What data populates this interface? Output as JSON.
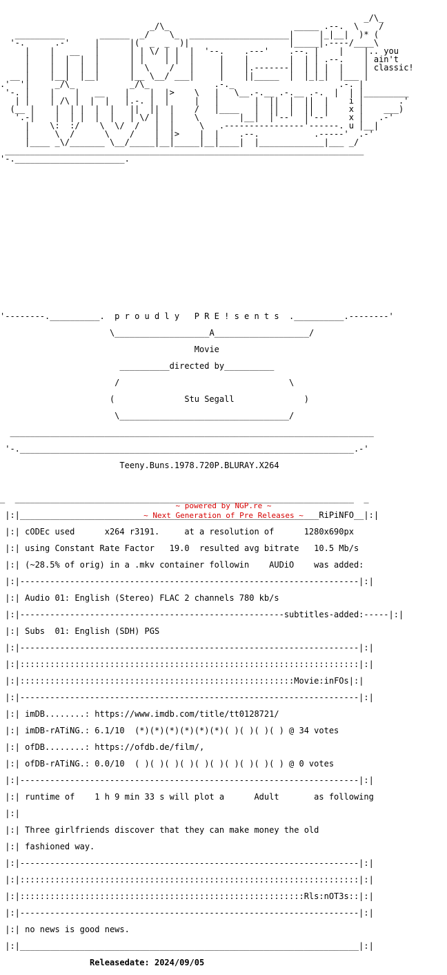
{
  "release": "Teeny.Buns.1978.720P.BLURAY.X264",
  "credits": {
    "proudly": "p r o u d l y   P R E ! s e n t s",
    "a": "A",
    "movie": "Movie",
    "directed_by": "directed by",
    "director": "Stu Segall"
  },
  "logo": {
    "tagline_1": ".. you",
    "tagline_2": "ain't",
    "tagline_3": "classic!"
  },
  "sections": {
    "ripinfo": "RiPiNFO",
    "movieinfo": "Movie:inFOs",
    "rlsnotes": "Rls:nOT3s",
    "subtitles_added": "subtitles-added:"
  },
  "tech": {
    "line1": "cODEc used      x264 r3191.     at a resolution of      1280x690px",
    "line2": "using Constant Rate Factor   19.0  resulted avg bitrate   10.5 Mb/s",
    "line3": "(~28.5% of orig) in a .mkv container followin    AUDiO    was added:"
  },
  "audio": "Audio 01: English (Stereo) FLAC 2 channels 780 kb/s",
  "subs": "Subs  01: English (SDH) PGS",
  "movie_info": {
    "imdb": "imDB........: https://www.imdb.com/title/tt0128721/",
    "imdb_rating": "imDB-rATiNG.: 6.1/10  (*)(*)(*)(*)(*)(*)( )( )( )( ) @ 34 votes",
    "ofdb": "ofDB........: https://ofdb.de/film/,",
    "ofdb_rating": "ofDB-rATiNG.: 0.0/10  ( )( )( )( )( )( )( )( )( )( ) @ 0 votes"
  },
  "runtime": "runtime of    1 h 9 min 33 s will plot a      Adult       as following",
  "plot_1": "Three girlfriends discover that they can make money the old",
  "plot_2": "fashioned way.",
  "notes": "no news is good news.",
  "release_date": "Releasedate: 2024/09/05",
  "footer": {
    "powered": "~ powered by NGP.re ~",
    "tagline": "~ Next Generation of Pre Releases ~"
  }
}
